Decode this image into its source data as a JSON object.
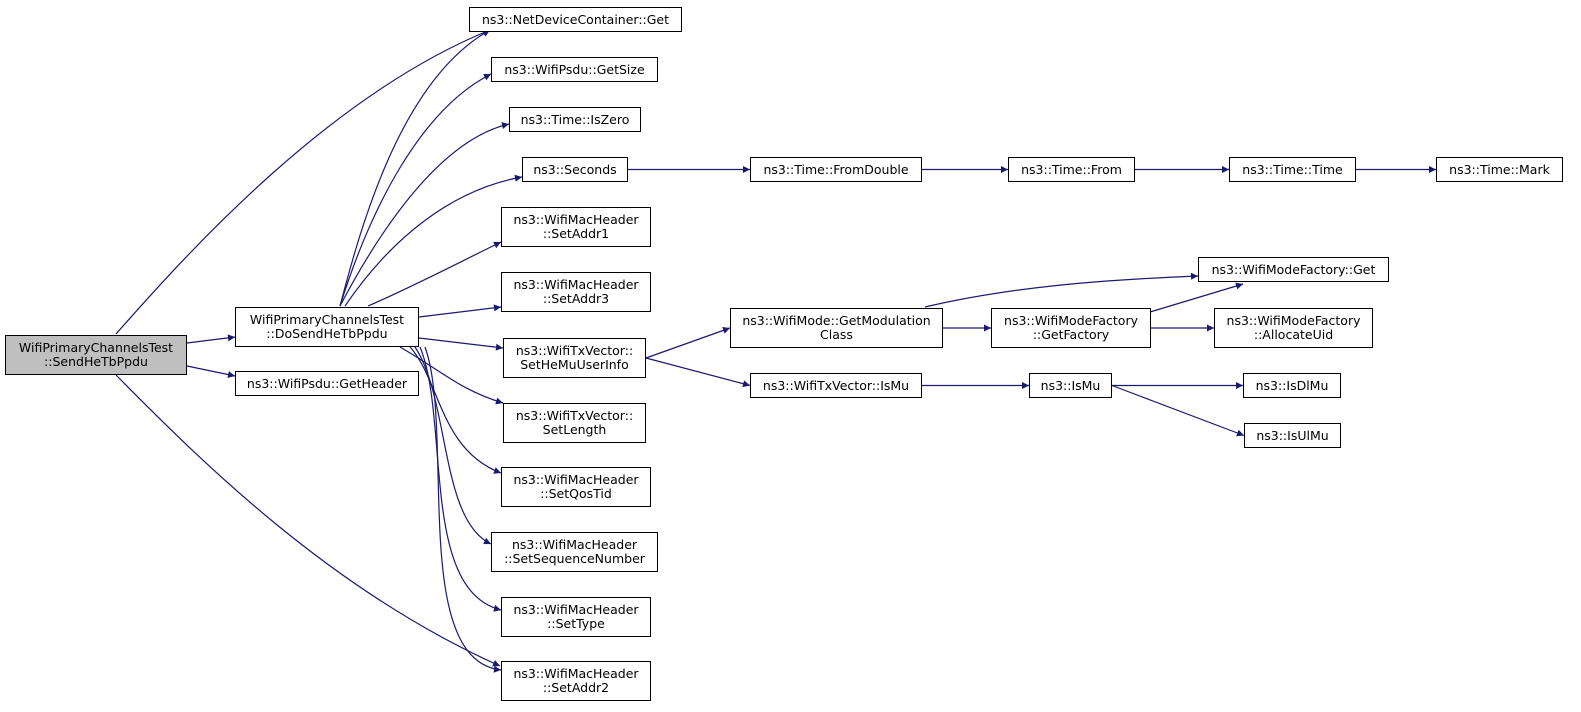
{
  "graph": {
    "colors": {
      "edge": "#191970",
      "node_border": "#000000",
      "node_fill": "#ffffff",
      "root_fill": "#bfbfbf"
    },
    "nodes": [
      {
        "id": "send_he_tb_ppdu",
        "lines": [
          "WifiPrimaryChannelsTest",
          "::SendHeTbPpdu"
        ],
        "root": true
      },
      {
        "id": "do_send_he_tb_ppdu",
        "lines": [
          "WifiPrimaryChannelsTest",
          "::DoSendHeTbPpdu"
        ]
      },
      {
        "id": "psdu_get_header",
        "lines": [
          "ns3::WifiPsdu::GetHeader"
        ]
      },
      {
        "id": "ndc_get",
        "lines": [
          "ns3::NetDeviceContainer::Get"
        ]
      },
      {
        "id": "psdu_get_size",
        "lines": [
          "ns3::WifiPsdu::GetSize"
        ]
      },
      {
        "id": "time_is_zero",
        "lines": [
          "ns3::Time::IsZero"
        ]
      },
      {
        "id": "seconds",
        "lines": [
          "ns3::Seconds"
        ]
      },
      {
        "id": "set_addr1",
        "lines": [
          "ns3::WifiMacHeader",
          "::SetAddr1"
        ]
      },
      {
        "id": "set_addr3",
        "lines": [
          "ns3::WifiMacHeader",
          "::SetAddr3"
        ]
      },
      {
        "id": "set_he_mu_user_info",
        "lines": [
          "ns3::WifiTxVector::",
          "SetHeMuUserInfo"
        ]
      },
      {
        "id": "set_length",
        "lines": [
          "ns3::WifiTxVector::",
          "SetLength"
        ]
      },
      {
        "id": "set_qos_tid",
        "lines": [
          "ns3::WifiMacHeader",
          "::SetQosTid"
        ]
      },
      {
        "id": "set_sequence_number",
        "lines": [
          "ns3::WifiMacHeader",
          "::SetSequenceNumber"
        ]
      },
      {
        "id": "set_type",
        "lines": [
          "ns3::WifiMacHeader",
          "::SetType"
        ]
      },
      {
        "id": "set_addr2",
        "lines": [
          "ns3::WifiMacHeader",
          "::SetAddr2"
        ]
      },
      {
        "id": "from_double",
        "lines": [
          "ns3::Time::FromDouble"
        ]
      },
      {
        "id": "time_from",
        "lines": [
          "ns3::Time::From"
        ]
      },
      {
        "id": "time_time",
        "lines": [
          "ns3::Time::Time"
        ]
      },
      {
        "id": "time_mark",
        "lines": [
          "ns3::Time::Mark"
        ]
      },
      {
        "id": "get_modulation_class",
        "lines": [
          "ns3::WifiMode::GetModulation",
          "Class"
        ]
      },
      {
        "id": "tx_vector_is_mu",
        "lines": [
          "ns3::WifiTxVector::IsMu"
        ]
      },
      {
        "id": "mode_factory_get",
        "lines": [
          "ns3::WifiModeFactory::Get"
        ]
      },
      {
        "id": "mode_factory_get_factory",
        "lines": [
          "ns3::WifiModeFactory",
          "::GetFactory"
        ]
      },
      {
        "id": "mode_factory_allocate_uid",
        "lines": [
          "ns3::WifiModeFactory",
          "::AllocateUid"
        ]
      },
      {
        "id": "is_mu",
        "lines": [
          "ns3::IsMu"
        ]
      },
      {
        "id": "is_dl_mu",
        "lines": [
          "ns3::IsDlMu"
        ]
      },
      {
        "id": "is_ul_mu",
        "lines": [
          "ns3::IsUlMu"
        ]
      }
    ],
    "edges": [
      {
        "from": "send_he_tb_ppdu",
        "to": "ndc_get"
      },
      {
        "from": "send_he_tb_ppdu",
        "to": "do_send_he_tb_ppdu"
      },
      {
        "from": "send_he_tb_ppdu",
        "to": "psdu_get_header"
      },
      {
        "from": "send_he_tb_ppdu",
        "to": "set_addr2"
      },
      {
        "from": "do_send_he_tb_ppdu",
        "to": "ndc_get"
      },
      {
        "from": "do_send_he_tb_ppdu",
        "to": "psdu_get_size"
      },
      {
        "from": "do_send_he_tb_ppdu",
        "to": "time_is_zero"
      },
      {
        "from": "do_send_he_tb_ppdu",
        "to": "seconds"
      },
      {
        "from": "do_send_he_tb_ppdu",
        "to": "set_addr1"
      },
      {
        "from": "do_send_he_tb_ppdu",
        "to": "set_addr3"
      },
      {
        "from": "do_send_he_tb_ppdu",
        "to": "set_he_mu_user_info"
      },
      {
        "from": "do_send_he_tb_ppdu",
        "to": "set_length"
      },
      {
        "from": "do_send_he_tb_ppdu",
        "to": "set_qos_tid"
      },
      {
        "from": "do_send_he_tb_ppdu",
        "to": "set_sequence_number"
      },
      {
        "from": "do_send_he_tb_ppdu",
        "to": "set_type"
      },
      {
        "from": "do_send_he_tb_ppdu",
        "to": "set_addr2"
      },
      {
        "from": "seconds",
        "to": "from_double"
      },
      {
        "from": "from_double",
        "to": "time_from"
      },
      {
        "from": "time_from",
        "to": "time_time"
      },
      {
        "from": "time_time",
        "to": "time_mark"
      },
      {
        "from": "set_he_mu_user_info",
        "to": "get_modulation_class"
      },
      {
        "from": "set_he_mu_user_info",
        "to": "tx_vector_is_mu"
      },
      {
        "from": "get_modulation_class",
        "to": "mode_factory_get"
      },
      {
        "from": "get_modulation_class",
        "to": "mode_factory_get_factory"
      },
      {
        "from": "mode_factory_get_factory",
        "to": "mode_factory_get"
      },
      {
        "from": "mode_factory_get_factory",
        "to": "mode_factory_allocate_uid"
      },
      {
        "from": "tx_vector_is_mu",
        "to": "is_mu"
      },
      {
        "from": "is_mu",
        "to": "is_dl_mu"
      },
      {
        "from": "is_mu",
        "to": "is_ul_mu"
      }
    ]
  }
}
